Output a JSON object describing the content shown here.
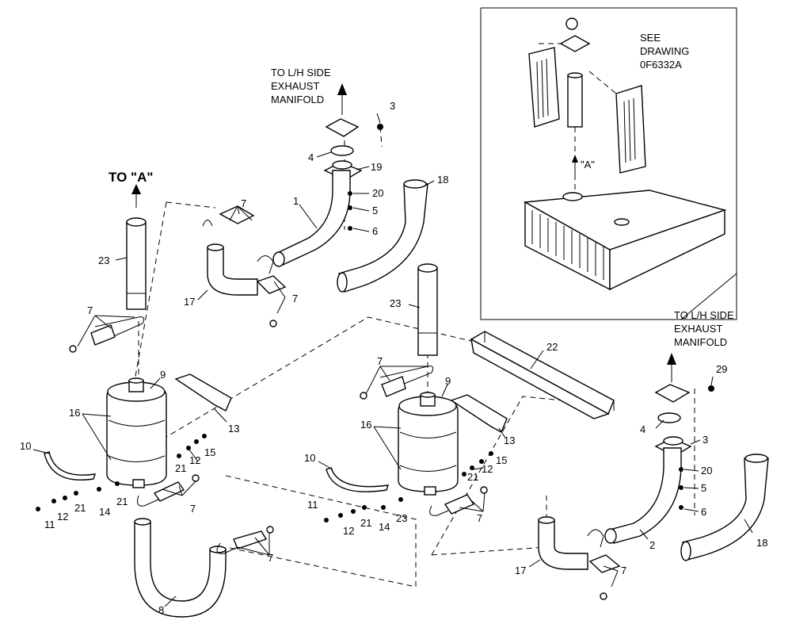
{
  "callouts": {
    "top_left_to_a": "TO \"A\"",
    "top_center_to_lh": [
      "TO L/H SIDE",
      "EXHAUST",
      "MANIFOLD"
    ],
    "right_to_lh": [
      "TO L/H SIDE",
      "EXHAUST",
      "MANIFOLD"
    ],
    "see_drawing": [
      "SEE",
      "DRAWING",
      "0F6332A"
    ],
    "detail_a": "\"A\""
  },
  "part_labels": {
    "p1": "1",
    "p2": "2",
    "p3a": "3",
    "p3b": "3",
    "p4a": "4",
    "p4b": "4",
    "p5a": "5",
    "p5b": "5",
    "p6a": "6",
    "p6b": "6",
    "p7a": "7",
    "p7b": "7",
    "p7c": "7",
    "p7d": "7",
    "p7e": "7",
    "p7f": "7",
    "p7g": "7",
    "p7h": "7",
    "p8": "8",
    "p9a": "9",
    "p9b": "9",
    "p10a": "10",
    "p10b": "10",
    "p11a": "11",
    "p11b": "11",
    "p12a": "12",
    "p12b": "12",
    "p12c": "12",
    "p12d": "12",
    "p13a": "13",
    "p13b": "13",
    "p14a": "14",
    "p14b": "14",
    "p15a": "15",
    "p15b": "15",
    "p16a": "16",
    "p16b": "16",
    "p17a": "17",
    "p17b": "17",
    "p18a": "18",
    "p18b": "18",
    "p19": "19",
    "p20a": "20",
    "p20b": "20",
    "p21a": "21",
    "p21b": "21",
    "p21c": "21",
    "p21d": "21",
    "p22": "22",
    "p23a": "23",
    "p23b": "23",
    "p23c": "23",
    "p29": "29"
  }
}
